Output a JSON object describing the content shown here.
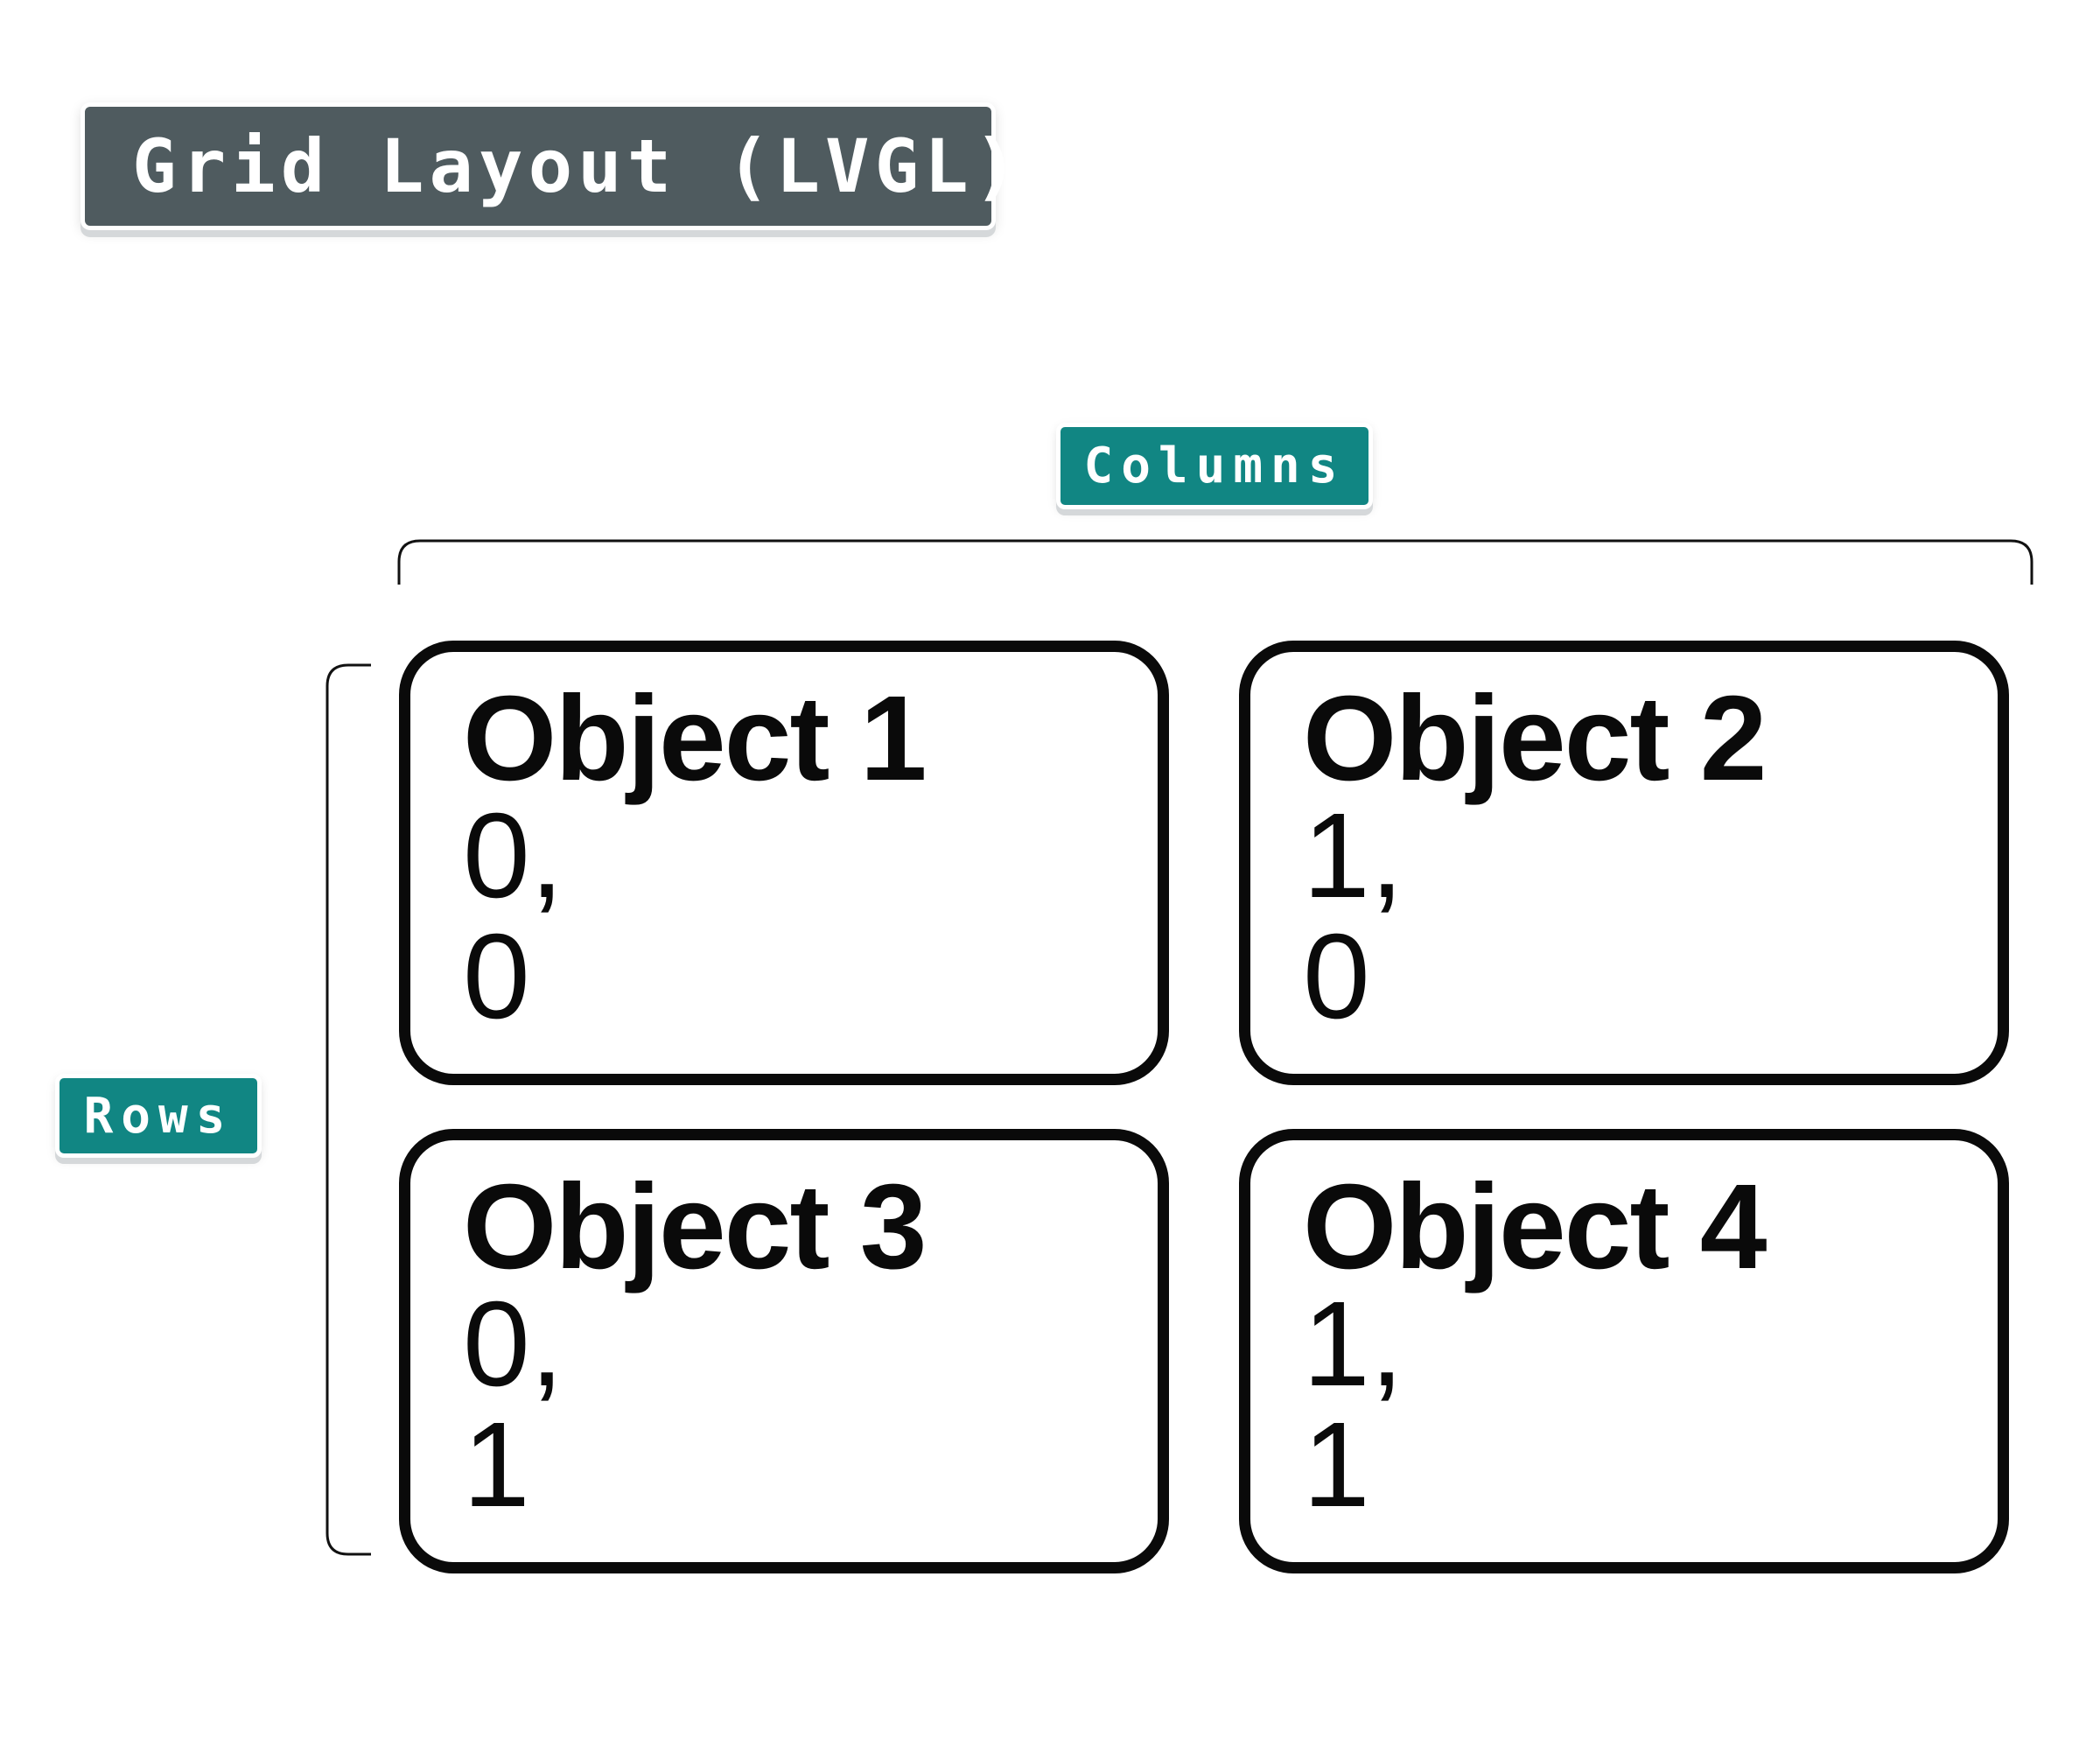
{
  "title": "Grid Layout (LVGL)",
  "axes": {
    "columns_label": "Columns",
    "rows_label": "Rows"
  },
  "cells": [
    {
      "name": "Object 1",
      "col": "0,",
      "row": "0"
    },
    {
      "name": "Object 2",
      "col": "1,",
      "row": "0"
    },
    {
      "name": "Object 3",
      "col": "0,",
      "row": "1"
    },
    {
      "name": "Object 4",
      "col": "1,",
      "row": "1"
    }
  ],
  "colors": {
    "title_bg": "#4f5b5f",
    "tag_bg": "#118683",
    "border": "#0a0a0a"
  }
}
